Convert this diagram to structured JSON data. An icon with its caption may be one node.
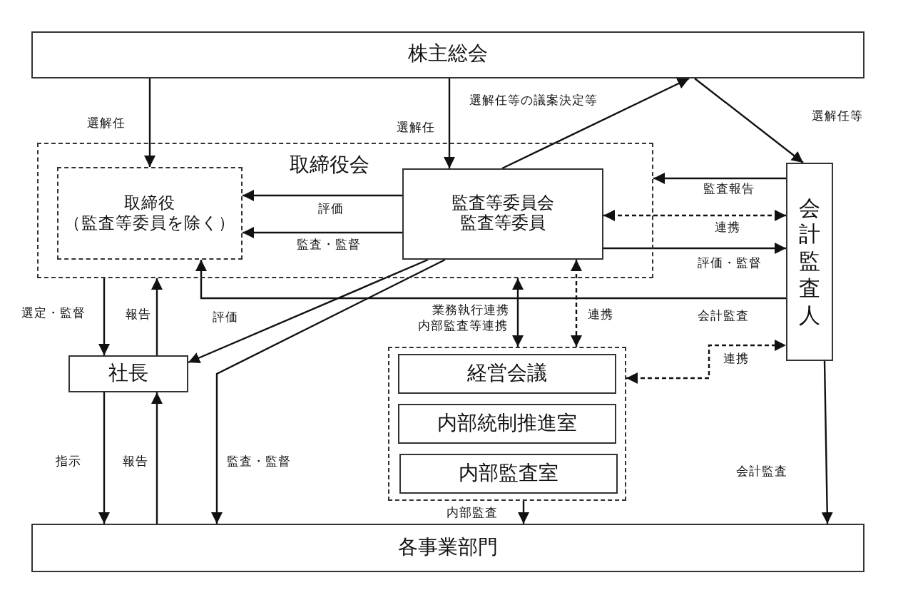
{
  "diagram": {
    "nodes": [
      {
        "text": [
          "株主総会"
        ]
      },
      {
        "text": [
          "取締役会"
        ]
      },
      {
        "text": [
          "取締役（監査等委員を除く）"
        ],
        "in": 1
      },
      {
        "text": [
          "監査等委員会",
          "監査等委員"
        ],
        "in": 1
      },
      {
        "text": [
          "会計監査人"
        ]
      },
      {
        "text": [
          "社長"
        ]
      },
      {
        "text": [],
        "shape": "box"
      },
      {
        "text": [
          "経営会議"
        ],
        "in": 6
      },
      {
        "text": [
          "内部統制推進室"
        ],
        "in": 6
      },
      {
        "text": [
          "内部監査室"
        ],
        "in": 6
      },
      {
        "text": [
          "各事業部門"
        ]
      }
    ],
    "edges": [
      {
        "from": 0,
        "to": 2,
        "arrow": "to",
        "label": "選解任"
      },
      {
        "from": 0,
        "to": 3,
        "arrow": "to",
        "label": "選解任"
      },
      {
        "from": 3,
        "to": 0,
        "arrow": "to",
        "label": "選解任等の議案決定等"
      },
      {
        "from": 0,
        "to": 4,
        "arrow": "to",
        "label": "選解任等"
      },
      {
        "from": 3,
        "to": 2,
        "arrow": "to",
        "label": "評価"
      },
      {
        "from": 3,
        "to": 2,
        "arrow": "to",
        "label": "監査・監督"
      },
      {
        "from": 4,
        "to": 1,
        "arrow": "to",
        "label": "監査報告"
      },
      {
        "from": 3,
        "to": 4,
        "arrow": "both",
        "label": "連携",
        "style": "dashed"
      },
      {
        "from": 3,
        "to": 4,
        "arrow": "to",
        "label": "評価・監督"
      },
      {
        "from": 4,
        "to": 2,
        "arrow": "to",
        "label": "会計監査"
      },
      {
        "from": 3,
        "to": 5,
        "arrow": "to",
        "label": "評価"
      },
      {
        "from": 3,
        "to": 10,
        "arrow": "to",
        "label": "監査・監督"
      },
      {
        "from": 1,
        "to": 5,
        "arrow": "to",
        "label": "選定・監督"
      },
      {
        "from": 5,
        "to": 1,
        "arrow": "to",
        "label": "報告"
      },
      {
        "from": 5,
        "to": 10,
        "arrow": "to",
        "label": "指示"
      },
      {
        "from": 10,
        "to": 5,
        "arrow": "to",
        "label": "報告"
      },
      {
        "from": 1,
        "to": 6,
        "arrow": "both",
        "label": "業務執行連携内部監査等連携"
      },
      {
        "from": 3,
        "to": 6,
        "arrow": "both",
        "label": "連携",
        "style": "dashed"
      },
      {
        "from": 6,
        "to": 4,
        "arrow": "both",
        "label": "連携",
        "style": "dashed"
      },
      {
        "from": 6,
        "to": 10,
        "arrow": "to",
        "label": "内部監査"
      },
      {
        "from": 4,
        "to": 10,
        "arrow": "to",
        "label": "会計監査"
      }
    ]
  }
}
